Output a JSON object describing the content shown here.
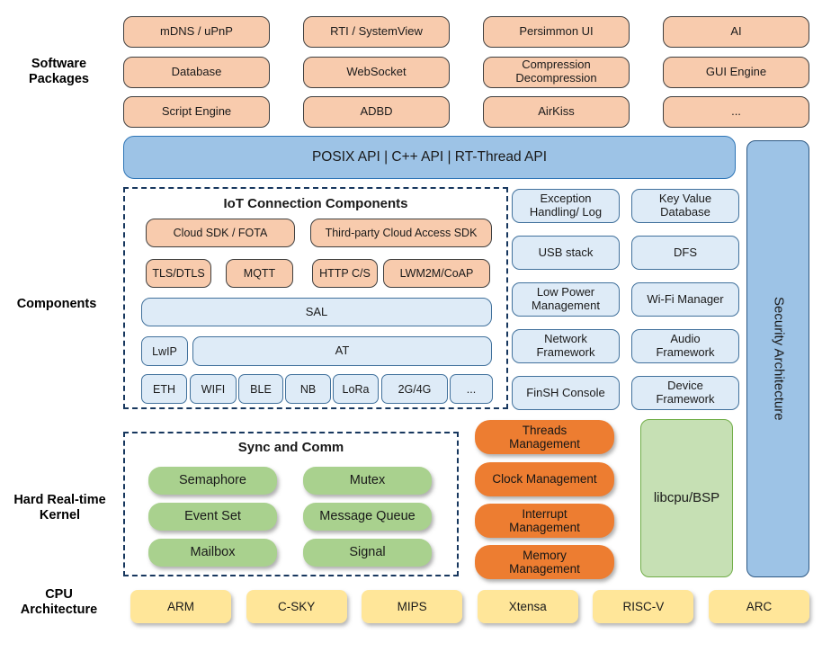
{
  "side_labels": {
    "software": "Software\nPackages",
    "components": "Components",
    "kernel": "Hard Real-time\nKernel",
    "cpu": "CPU\nArchitecture"
  },
  "packages": [
    "mDNS / uPnP",
    "RTI / SystemView",
    "Persimmon UI",
    "AI",
    "Database",
    "WebSocket",
    "Compression\nDecompression",
    "GUI Engine",
    "Script Engine",
    "ADBD",
    "AirKiss",
    "..."
  ],
  "api_bar": "POSIX API  |  C++ API  |  RT-Thread API",
  "security_bar": "Security Architecture",
  "iot": {
    "title": "IoT Connection Components",
    "sdk": [
      "Cloud SDK / FOTA",
      "Third-party Cloud Access SDK"
    ],
    "protocols": [
      "TLS/DTLS",
      "MQTT",
      "HTTP C/S",
      "LWM2M/CoAP"
    ],
    "sal": "SAL",
    "lwip": "LwIP",
    "at": "AT",
    "links": [
      "ETH",
      "WIFI",
      "BLE",
      "NB",
      "LoRa",
      "2G/4G",
      "..."
    ]
  },
  "services": [
    "Exception\nHandling/ Log",
    "Key Value\nDatabase",
    "USB stack",
    "DFS",
    "Low Power\nManagement",
    "Wi-Fi Manager",
    "Network\nFramework",
    "Audio\nFramework",
    "FinSH Console",
    "Device\nFramework"
  ],
  "kernel": {
    "sync_title": "Sync and Comm",
    "sync": [
      "Semaphore",
      "Mutex",
      "Event Set",
      "Message Queue",
      "Mailbox",
      "Signal"
    ],
    "management": [
      "Threads\nManagement",
      "Clock Management",
      "Interrupt\nManagement",
      "Memory\nManagement"
    ],
    "libcpu": "libcpu/BSP"
  },
  "cpu_archs": [
    "ARM",
    "C-SKY",
    "MIPS",
    "Xtensa",
    "RISC-V",
    "ARC"
  ],
  "colors": {
    "package_fill": "#F8CBAD",
    "api_fill": "#9DC3E6",
    "api_border": "#2E75B6",
    "service_fill": "#DEEBF7",
    "service_border": "#41719C",
    "dash_border": "#17375E",
    "sync_fill": "#A9D18E",
    "management_fill": "#ED7D31",
    "libcpu_fill": "#C6E0B4",
    "libcpu_border": "#70AD47",
    "cpu_fill": "#FFE699"
  }
}
